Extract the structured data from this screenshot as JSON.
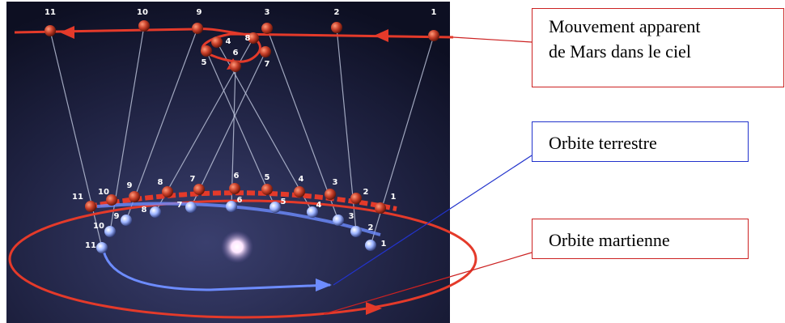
{
  "callouts": {
    "mars_sky": {
      "line1": "Mouvement apparent",
      "line2": "de Mars dans le ciel",
      "color": "#cc2222"
    },
    "earth_orbit": {
      "text": "Orbite terrestre",
      "color": "#2233cc"
    },
    "mars_orbit": {
      "text": "Orbite martienne",
      "color": "#cc2222"
    }
  },
  "diagram": {
    "background": "#1c1f3a",
    "earth_color": "#9db4ff",
    "mars_color": "#c8402a",
    "sky_points": [
      "1",
      "2",
      "3",
      "4",
      "5",
      "6",
      "7",
      "8",
      "9",
      "10",
      "11"
    ],
    "mars_points": [
      "1",
      "2",
      "3",
      "4",
      "5",
      "6",
      "7",
      "8",
      "9",
      "10",
      "11"
    ],
    "earth_points": [
      "1",
      "2",
      "3",
      "4",
      "5",
      "6",
      "7",
      "8",
      "9",
      "10",
      "11"
    ]
  }
}
